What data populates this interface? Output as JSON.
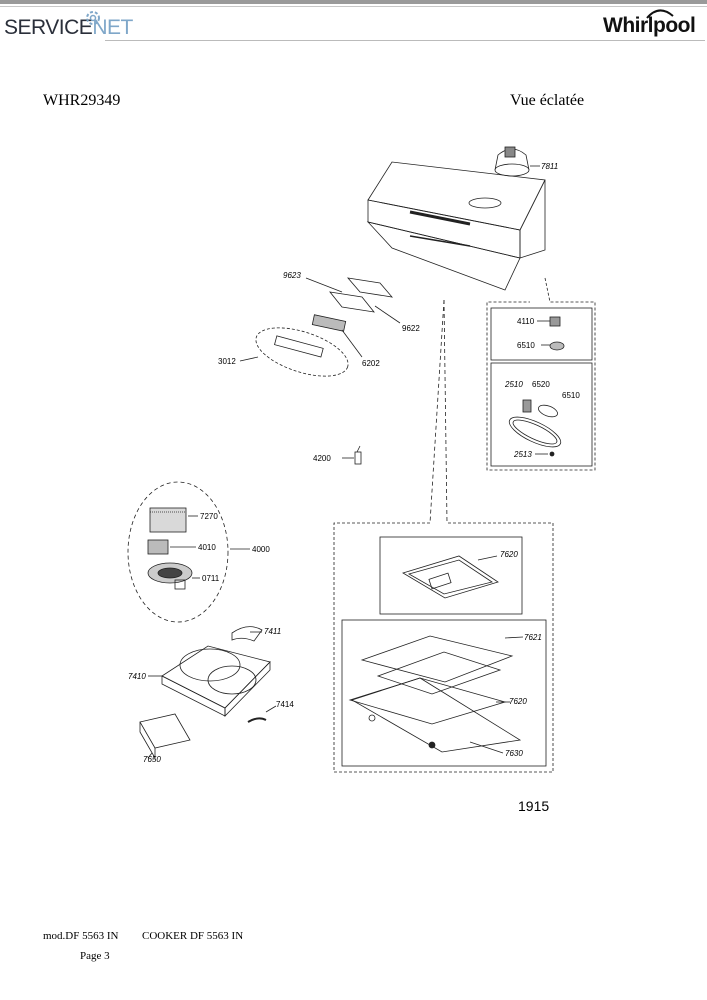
{
  "header": {
    "left_logo_text_a": "SERVICE",
    "left_logo_text_b": "NET",
    "right_logo_text": "Whirlpool"
  },
  "document": {
    "model": "WHR29349",
    "view_title": "Vue éclatée",
    "sheet_number": "1915"
  },
  "parts": {
    "p7811": "7811",
    "p9623": "9623",
    "p9622": "9622",
    "p6202": "6202",
    "p3012": "3012",
    "p4110": "4110",
    "p6510a": "6510",
    "p2510": "2510",
    "p6520": "6520",
    "p6510b": "6510",
    "p2513": "2513",
    "p4200": "4200",
    "p7270": "7270",
    "p4010": "4010",
    "p4000": "4000",
    "p0711": "0711",
    "p7620a": "7620",
    "p7411": "7411",
    "p7410": "7410",
    "p7621": "7621",
    "p7620b": "7620",
    "p7414": "7414",
    "p7630": "7630",
    "p7650": "7650"
  },
  "footer": {
    "mod": "mod.DF 5563 IN",
    "cooker": "COOKER DF 5563 IN",
    "page": "Page 3"
  }
}
